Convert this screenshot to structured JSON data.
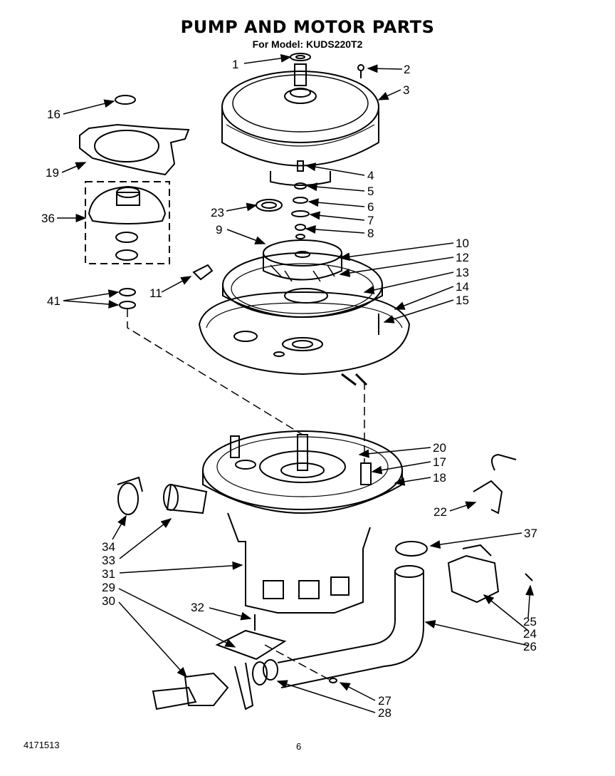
{
  "header": {
    "title": "PUMP AND MOTOR PARTS",
    "subtitle": "For Model: KUDS220T2"
  },
  "footer": {
    "doc_number": "4171513",
    "page_number": "6"
  },
  "callouts": [
    "1",
    "2",
    "3",
    "4",
    "5",
    "6",
    "7",
    "8",
    "9",
    "10",
    "12",
    "13",
    "14",
    "15",
    "16",
    "19",
    "36",
    "23",
    "11",
    "41",
    "20",
    "17",
    "18",
    "22",
    "37",
    "34",
    "33",
    "31",
    "29",
    "30",
    "32",
    "25",
    "24",
    "26",
    "27",
    "28"
  ]
}
